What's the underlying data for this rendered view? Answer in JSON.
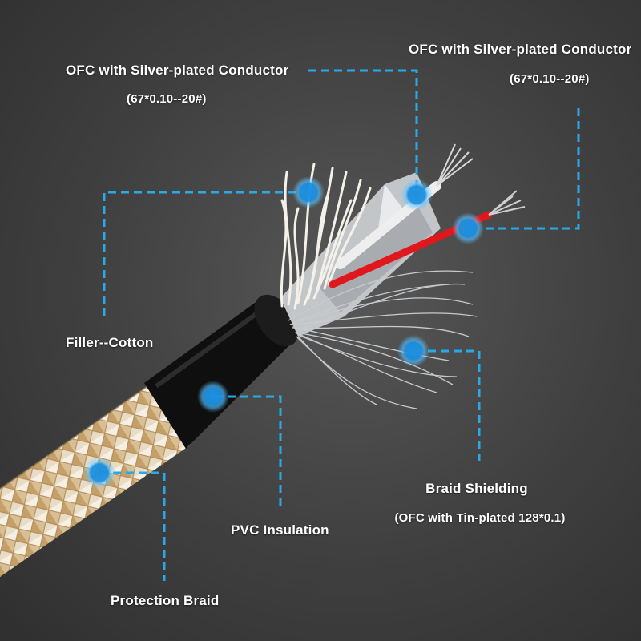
{
  "colors": {
    "background": "#474747",
    "leader_line": "#2aa9e8",
    "marker": "#1e90e0",
    "label_text": "#ffffff",
    "braid_light": "#efe6d6",
    "braid_gold": "#c9a877",
    "jacket": "#121212",
    "red_conductor": "#e0171c",
    "foil": "#cfd1d3"
  },
  "callouts": {
    "conductor_left": {
      "title": "OFC with Silver-plated Conductor",
      "spec": "(67*0.10--20#)"
    },
    "conductor_right": {
      "title": "OFC with Silver-plated Conductor",
      "spec": "(67*0.10--20#)"
    },
    "filler": {
      "title": "Filler--Cotton"
    },
    "shield": {
      "title": "Braid Shielding",
      "spec": "(OFC with Tin-plated 128*0.1)"
    },
    "insulation": {
      "title": "PVC Insulation"
    },
    "braid": {
      "title": "Protection Braid"
    }
  }
}
